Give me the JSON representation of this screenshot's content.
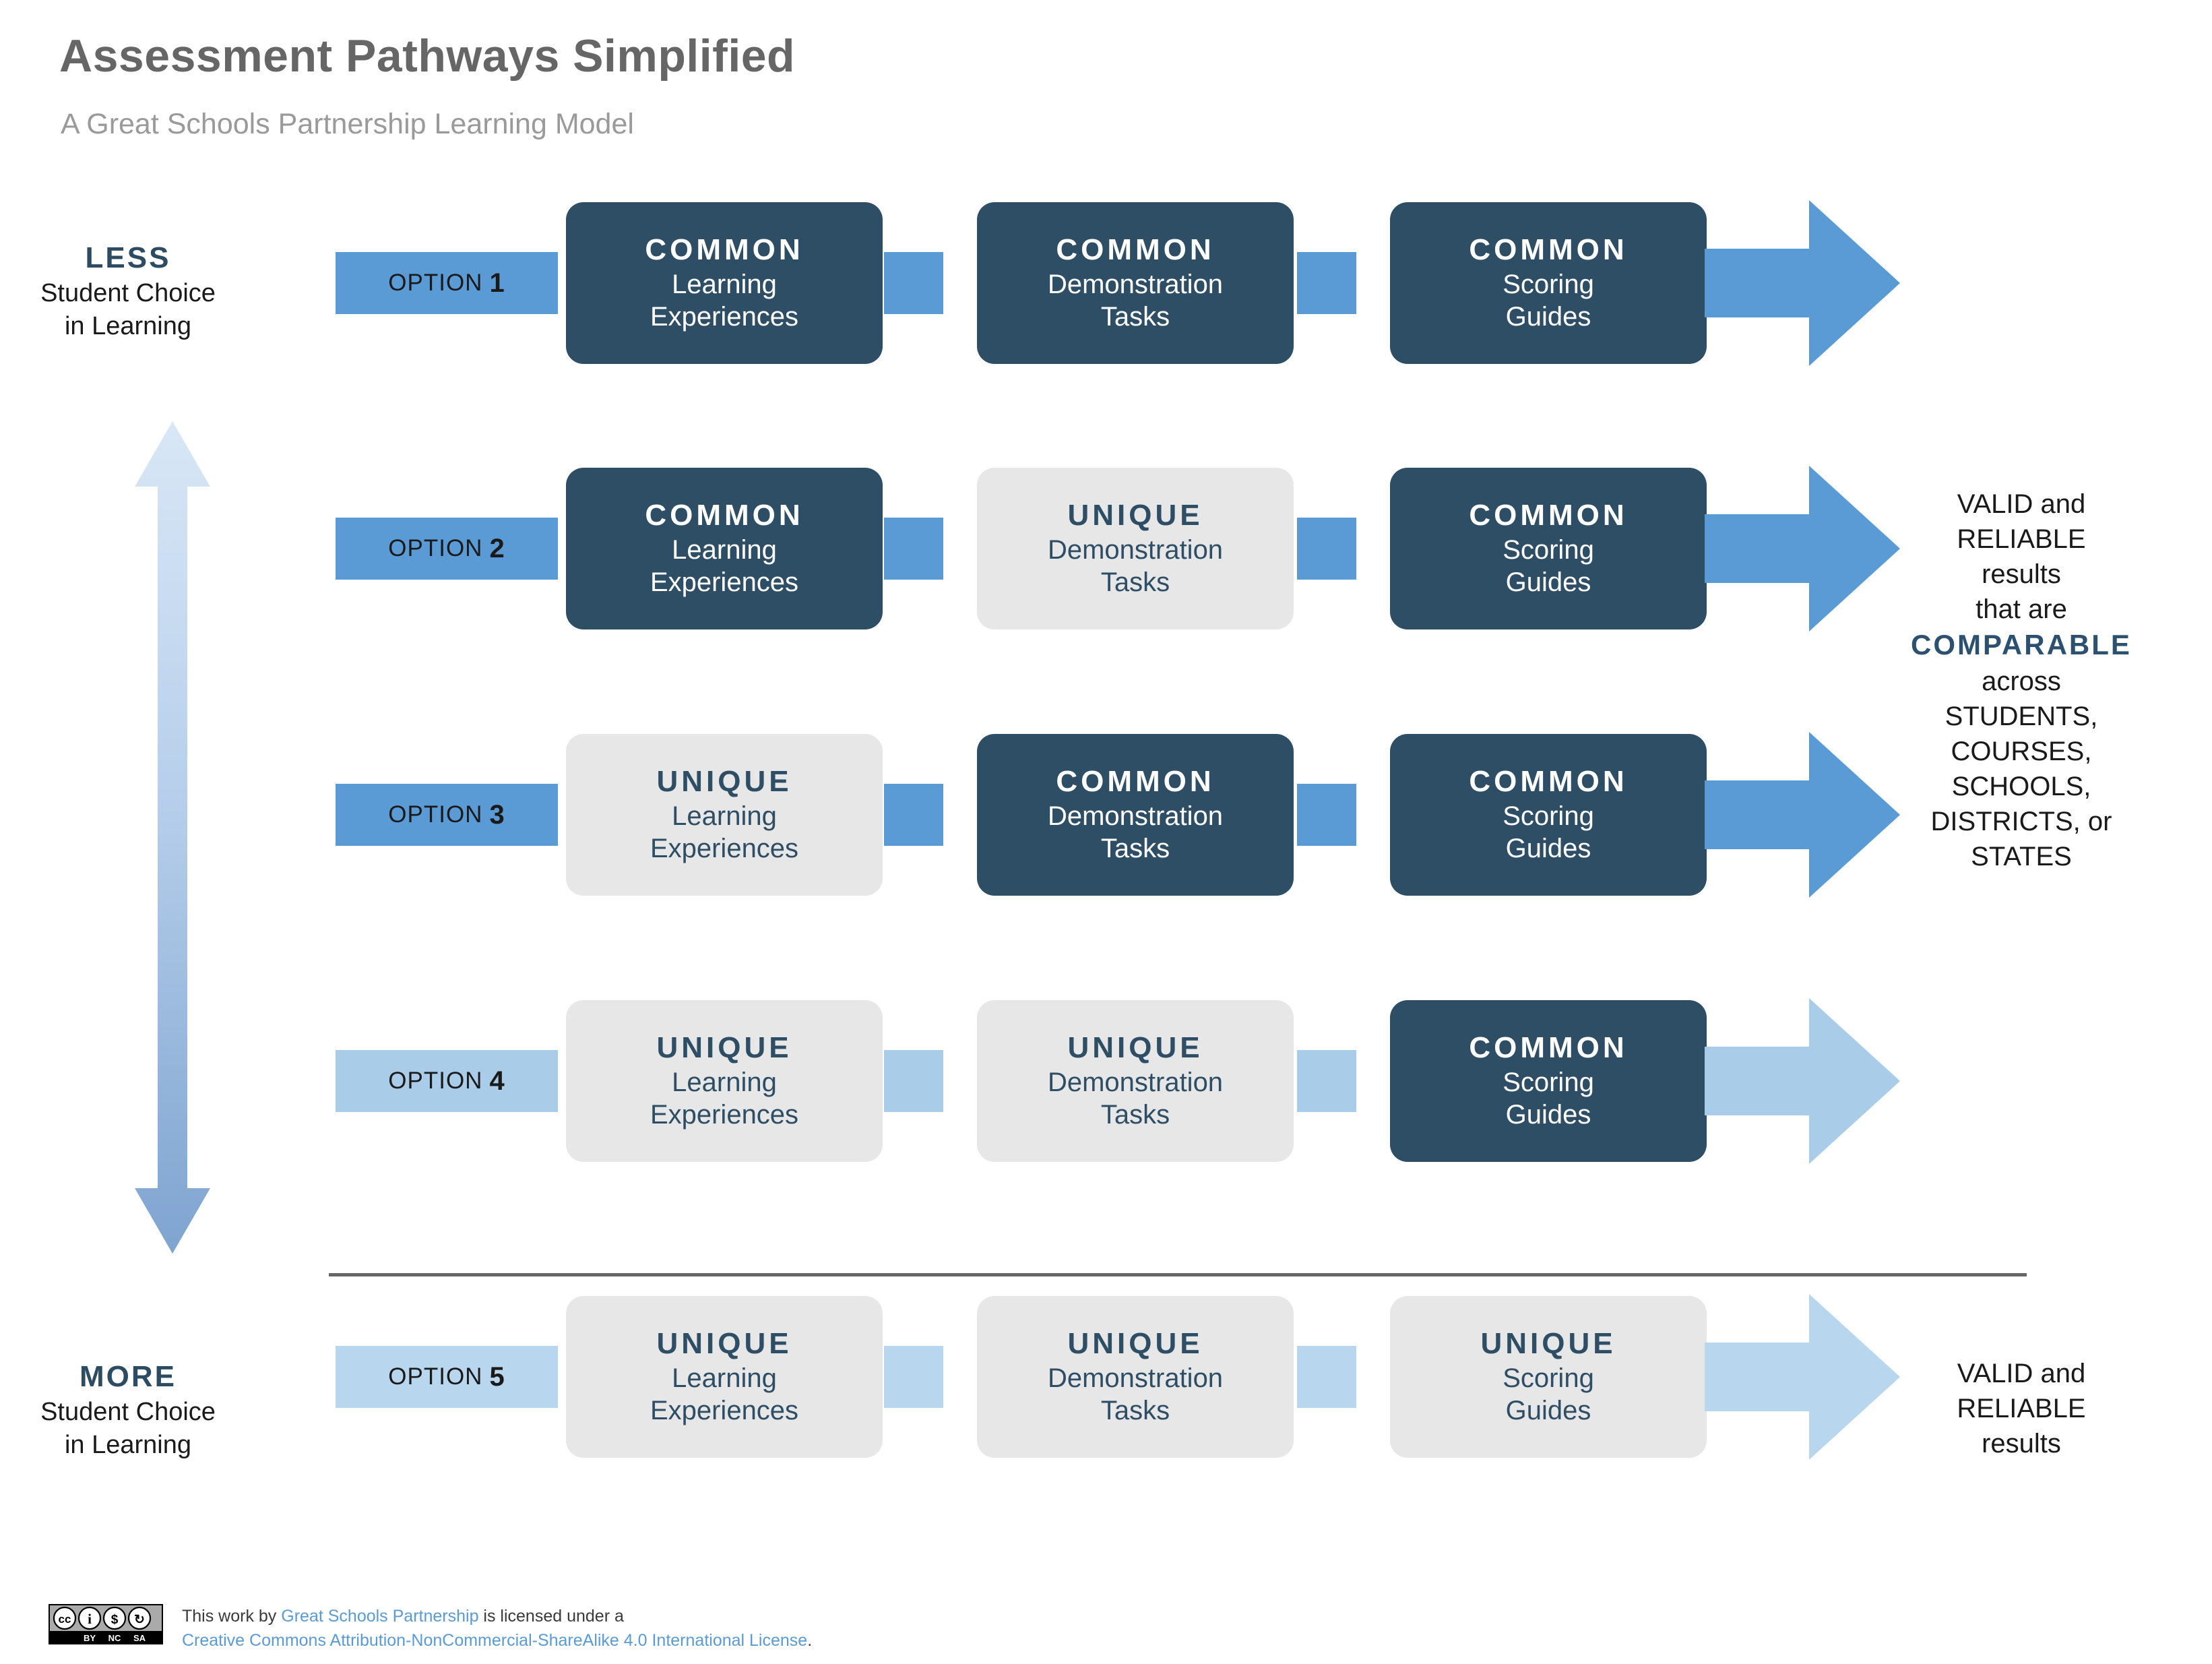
{
  "header": {
    "title": "Assessment Pathways Simplified",
    "subtitle": "A Great Schools Partnership Learning Model"
  },
  "axis": {
    "top": {
      "strong": "LESS",
      "line1": "Student Choice",
      "line2": "in Learning"
    },
    "bottom": {
      "strong": "MORE",
      "line1": "Student Choice",
      "line2": "in Learning"
    },
    "arrow_icon": "double-headed-vertical-arrow"
  },
  "colors": {
    "navy": "#2e4e66",
    "accent_blue": "#5b9bd5",
    "light_blue": "#b8d6ee",
    "light_gray": "#e7e7e7",
    "title_gray": "#666666",
    "subtitle_gray": "#9a9a9a",
    "link_blue": "#5b9bd5"
  },
  "rows": [
    {
      "option_word": "OPTION",
      "option_number": "1",
      "stages": [
        {
          "kind": "COMMON",
          "desc_line1": "Learning",
          "desc_line2": "Experiences",
          "style": "common"
        },
        {
          "kind": "COMMON",
          "desc_line1": "Demonstration",
          "desc_line2": "Tasks",
          "style": "common"
        },
        {
          "kind": "COMMON",
          "desc_line1": "Scoring",
          "desc_line2": "Guides",
          "style": "common"
        }
      ]
    },
    {
      "option_word": "OPTION",
      "option_number": "2",
      "stages": [
        {
          "kind": "COMMON",
          "desc_line1": "Learning",
          "desc_line2": "Experiences",
          "style": "common"
        },
        {
          "kind": "UNIQUE",
          "desc_line1": "Demonstration",
          "desc_line2": "Tasks",
          "style": "unique"
        },
        {
          "kind": "COMMON",
          "desc_line1": "Scoring",
          "desc_line2": "Guides",
          "style": "common"
        }
      ]
    },
    {
      "option_word": "OPTION",
      "option_number": "3",
      "stages": [
        {
          "kind": "UNIQUE",
          "desc_line1": "Learning",
          "desc_line2": "Experiences",
          "style": "unique"
        },
        {
          "kind": "COMMON",
          "desc_line1": "Demonstration",
          "desc_line2": "Tasks",
          "style": "common"
        },
        {
          "kind": "COMMON",
          "desc_line1": "Scoring",
          "desc_line2": "Guides",
          "style": "common"
        }
      ]
    },
    {
      "option_word": "OPTION",
      "option_number": "4",
      "stages": [
        {
          "kind": "UNIQUE",
          "desc_line1": "Learning",
          "desc_line2": "Experiences",
          "style": "unique"
        },
        {
          "kind": "UNIQUE",
          "desc_line1": "Demonstration",
          "desc_line2": "Tasks",
          "style": "unique"
        },
        {
          "kind": "COMMON",
          "desc_line1": "Scoring",
          "desc_line2": "Guides",
          "style": "common"
        }
      ]
    },
    {
      "option_word": "OPTION",
      "option_number": "5",
      "stages": [
        {
          "kind": "UNIQUE",
          "desc_line1": "Learning",
          "desc_line2": "Experiences",
          "style": "unique"
        },
        {
          "kind": "UNIQUE",
          "desc_line1": "Demonstration",
          "desc_line2": "Tasks",
          "style": "unique"
        },
        {
          "kind": "UNIQUE",
          "desc_line1": "Scoring",
          "desc_line2": "Guides",
          "style": "unique"
        }
      ]
    }
  ],
  "results": {
    "comparable": {
      "l1": "VALID and",
      "l2": "RELIABLE",
      "l3": "results",
      "l4": "that are",
      "emph": "COMPARABLE",
      "l5": "across",
      "l6": "STUDENTS,",
      "l7": "COURSES,",
      "l8": "SCHOOLS,",
      "l9": "DISTRICTS, or",
      "l10": "STATES"
    },
    "simple": {
      "l1": "VALID and",
      "l2": "RELIABLE",
      "l3": "results"
    }
  },
  "footer": {
    "badge_icon": "creative-commons-by-nc-sa-badge",
    "badge_marks": {
      "cc": "cc",
      "by": "BY",
      "nc": "NC",
      "sa": "SA"
    },
    "text_part1": "This work by ",
    "link_org": "Great Schools Partnership",
    "text_part2": " is licensed under a",
    "link_license": "Creative Commons Attribution-NonCommercial-ShareAlike 4.0 International License",
    "text_part3": "."
  }
}
